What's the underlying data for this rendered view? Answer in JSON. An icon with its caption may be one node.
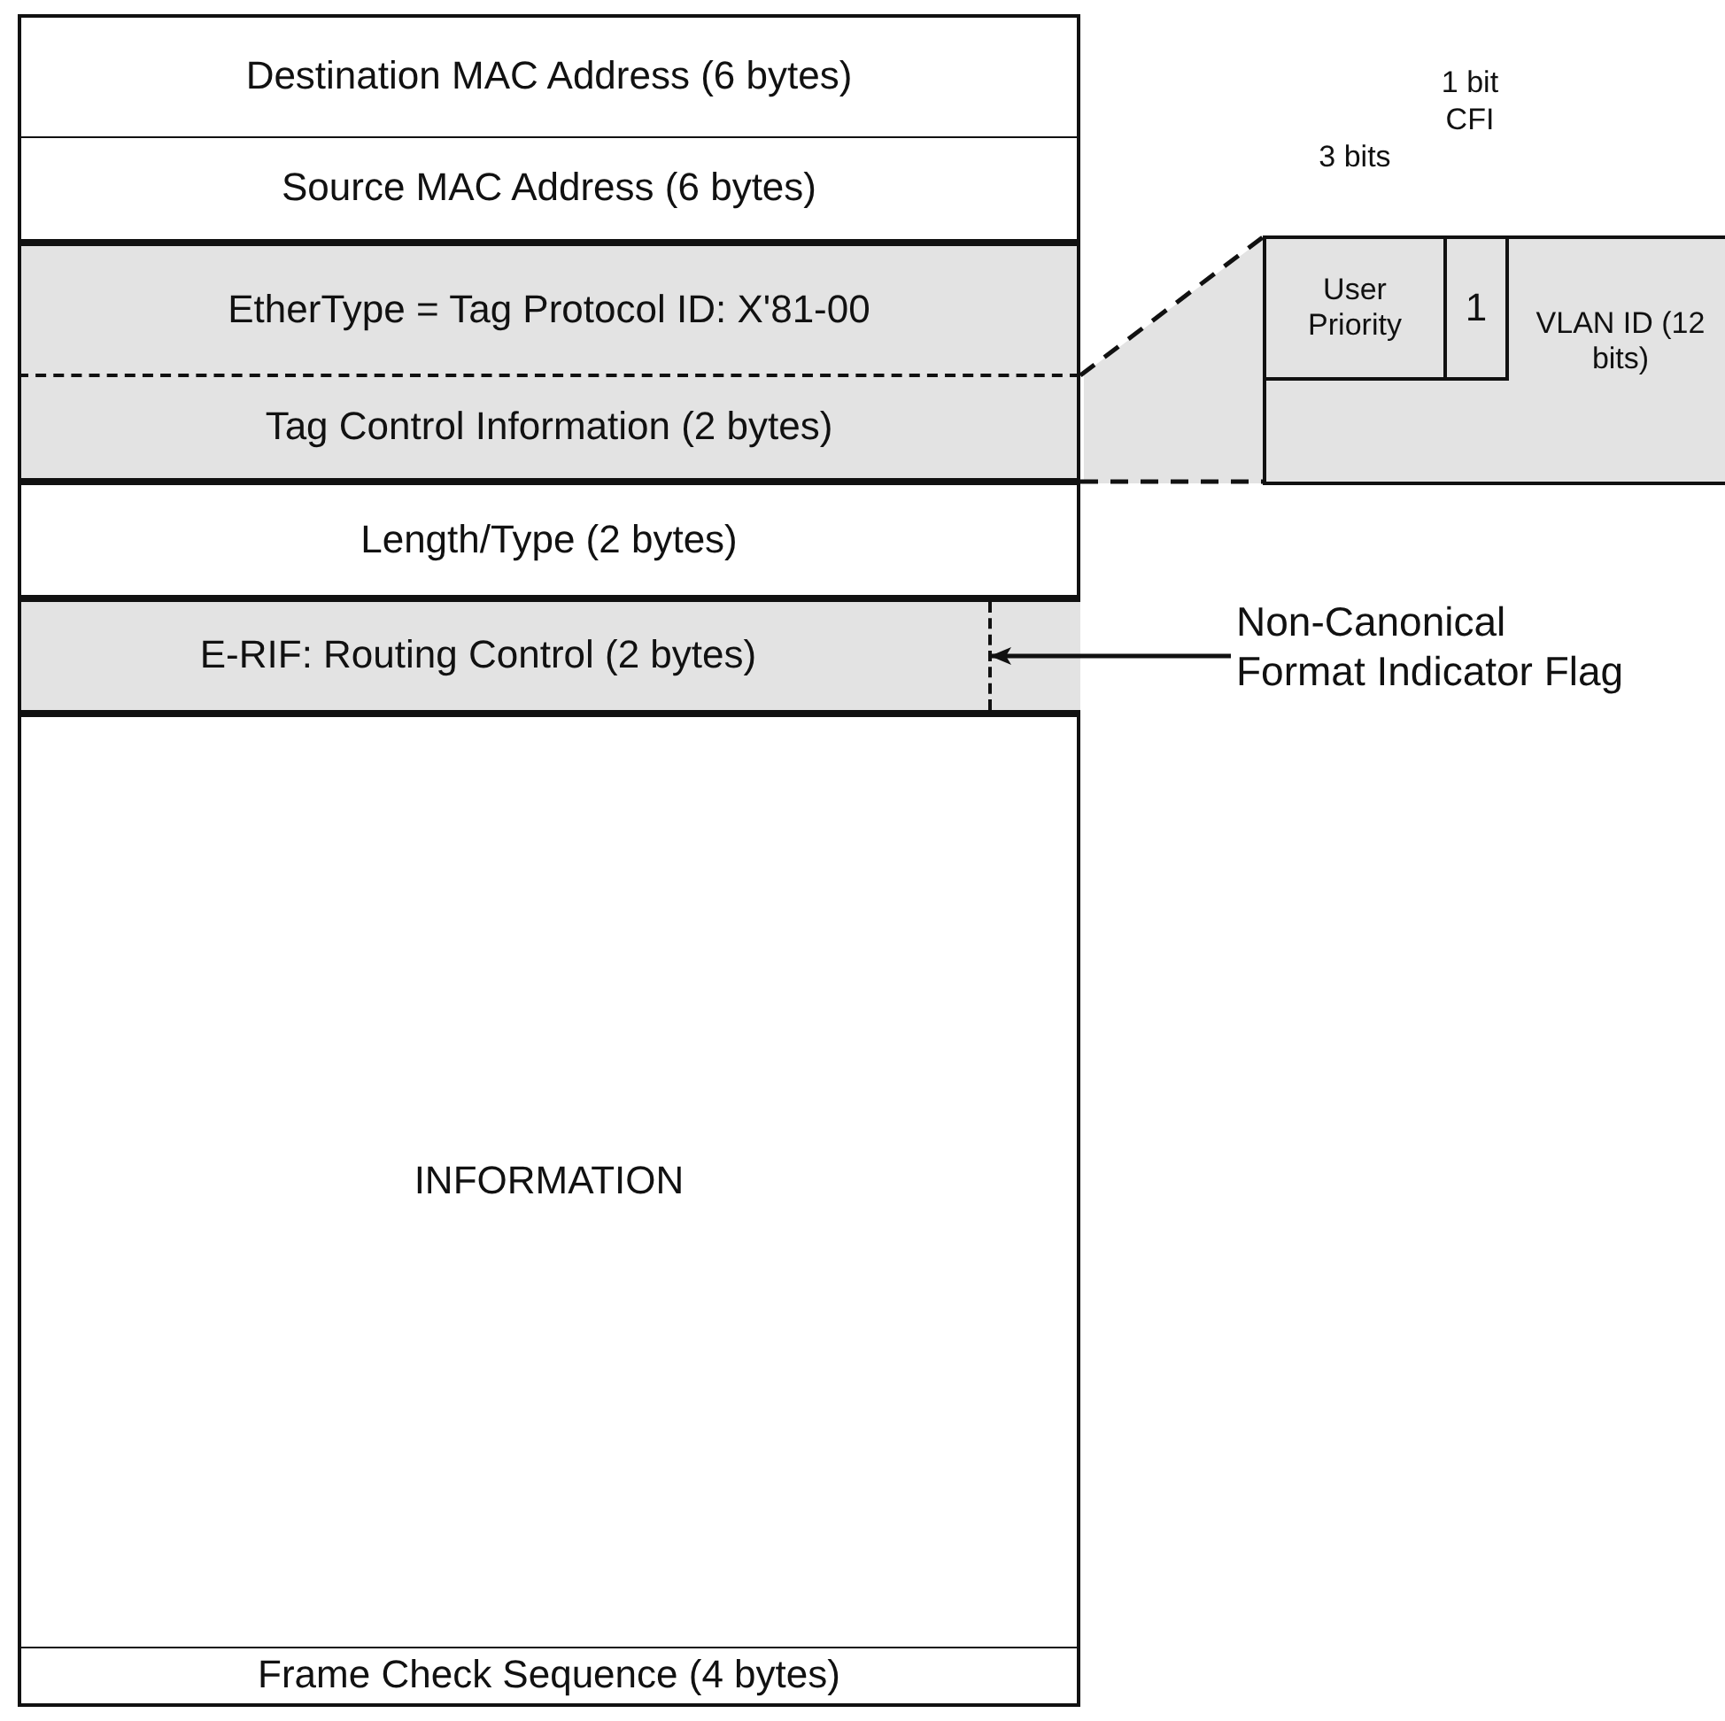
{
  "diagram": {
    "nodes": [
      {
        "text": [
          "Destination MAC Address (6 bytes)"
        ]
      },
      {
        "text": [
          "Source MAC Address (6 bytes)"
        ]
      },
      {
        "text": [
          "EtherType = Tag Protocol ID:  X'81-00"
        ]
      },
      {
        "text": [
          "Tag Control Information (2 bytes)"
        ]
      },
      {
        "text": [
          "Length/Type (2 bytes)"
        ]
      },
      {
        "text": [
          "E-RIF:  Routing Control (2 bytes)"
        ]
      },
      {
        "text": [],
        "shape": "box",
        "in": 5
      },
      {
        "text": [
          "INFORMATION"
        ]
      },
      {
        "text": [
          "Frame Check Sequence (4 bytes)"
        ]
      },
      {
        "text": [
          "VLAN ID (12 bits)"
        ]
      },
      {
        "text": [
          "User Priority"
        ],
        "in": 9,
        "beside": [
          "3 bits"
        ]
      },
      {
        "text": [
          "1"
        ],
        "in": 9,
        "beside": [
          "1 bit CFI"
        ]
      },
      {
        "text": [
          "Non-Canonical Format Indicator Flag"
        ]
      }
    ],
    "edges": [
      {
        "from": 3,
        "to": 9,
        "arrow": "none",
        "style": "dashed"
      },
      {
        "from": 12,
        "to": 6,
        "arrow": "to"
      }
    ]
  }
}
